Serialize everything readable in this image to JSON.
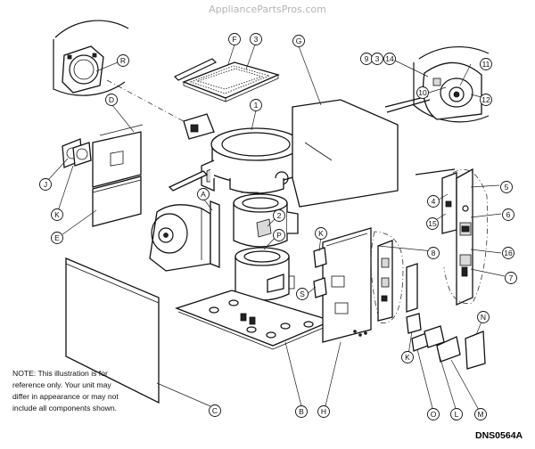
{
  "watermark": "AppliancePartsPros.com",
  "note": {
    "lines": [
      "NOTE:    This illustration is for",
      "reference only.    Your unit may",
      "differ in appearance or may not",
      "include all components shown."
    ]
  },
  "diagram_code": "DNS0564A",
  "callouts": {
    "F": "F",
    "c3": "3",
    "G": "G",
    "R": "R",
    "c1": "1",
    "D": "D",
    "c9": "9",
    "c3b": "3",
    "c14": "14",
    "c11": "11",
    "c10": "10",
    "c12": "12",
    "J": "J",
    "K1": "K",
    "E": "E",
    "A": "A",
    "c2": "2",
    "P": "P",
    "K2": "K",
    "S": "S",
    "c4": "4",
    "c5": "5",
    "c15": "15",
    "c6": "6",
    "c8": "8",
    "c16": "16",
    "c7": "7",
    "N": "N",
    "C": "C",
    "B": "B",
    "H": "H",
    "K3": "K",
    "O": "O",
    "L": "L",
    "M": "M"
  }
}
